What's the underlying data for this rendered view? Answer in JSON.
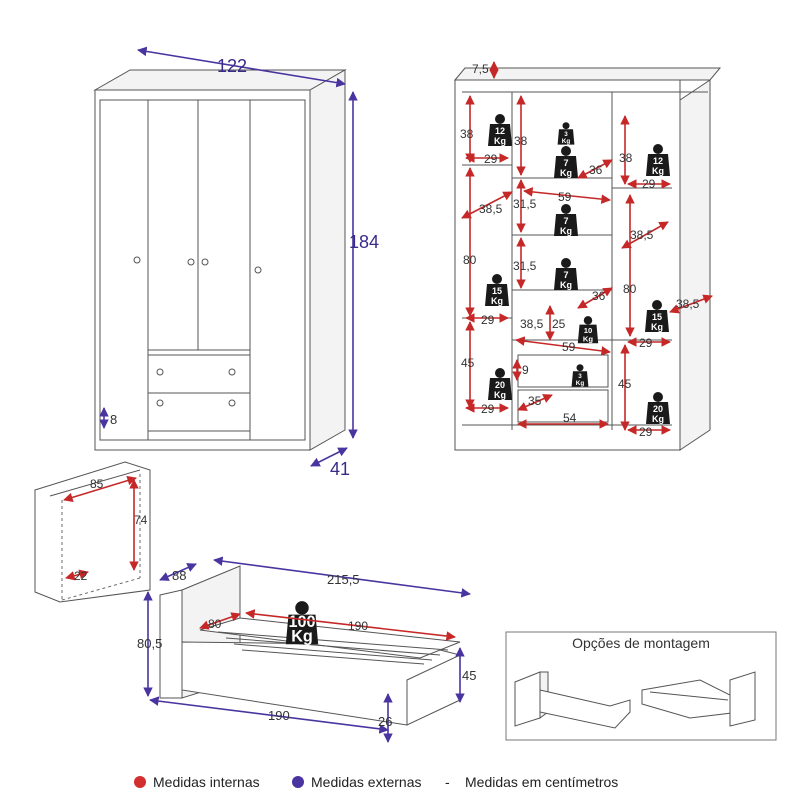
{
  "wardrobe": {
    "width": "122",
    "height": "184",
    "depth": "41",
    "base": "8"
  },
  "interior": {
    "top_gap": "7,5",
    "left_top_height": "38",
    "left_top_width": "29",
    "left_top_weight": {
      "num": "12",
      "unit": "Kg"
    },
    "center_top_height": "38",
    "center_top_weight_small": {
      "num": "3",
      "unit": "Kg"
    },
    "center_top_weight": {
      "num": "7",
      "unit": "Kg"
    },
    "center_top_depth": "36",
    "right_top_height": "38",
    "right_top_width": "29",
    "right_top_weight": {
      "num": "12",
      "unit": "Kg"
    },
    "center_width_1": "59",
    "center_shelf_1": "31,5",
    "center_shelf_2": "31,5",
    "center_weight_1": {
      "num": "7",
      "unit": "Kg"
    },
    "center_weight_2": {
      "num": "7",
      "unit": "Kg"
    },
    "center_depth_2": "36",
    "left_mid_depth": "38,5",
    "left_mid_height": "80",
    "left_mid_weight": {
      "num": "15",
      "unit": "Kg"
    },
    "left_mid_width": "29",
    "right_mid_depth": "38,5",
    "right_mid_height": "80",
    "right_mid_weight": {
      "num": "15",
      "unit": "Kg"
    },
    "right_mid_width": "29",
    "right_outer_depth": "38,5",
    "center_lower_depth": "38,5",
    "center_lower_height": "25",
    "center_lower_weight": {
      "num": "10",
      "unit": "Kg"
    },
    "center_width_2": "59",
    "left_low_height": "45",
    "left_low_weight": {
      "num": "20",
      "unit": "Kg"
    },
    "left_low_width": "29",
    "drawer_height": "9",
    "drawer_weight": {
      "num": "3",
      "unit": "Kg"
    },
    "drawer_depth": "35",
    "drawer_width": "54",
    "right_low_height": "45",
    "right_low_weight": {
      "num": "20",
      "unit": "Kg"
    },
    "right_low_width": "29"
  },
  "headboard": {
    "width": "85",
    "height": "74",
    "depth": "22"
  },
  "bed": {
    "depth": "88",
    "total_length": "215,5",
    "inner_width": "80",
    "inner_length": "190",
    "weight": {
      "num": "100",
      "unit": "Kg"
    },
    "height": "80,5",
    "side_height": "45",
    "length": "190",
    "leg_height": "26"
  },
  "options": {
    "title": "Opções de montagem"
  },
  "legend": {
    "internal": "Medidas internas",
    "external": "Medidas externas",
    "separator": "-",
    "units": "Medidas em centímetros"
  },
  "colors": {
    "internal": "#d32f2f",
    "external": "#4a35a0",
    "weight": "#1a1a1a"
  }
}
